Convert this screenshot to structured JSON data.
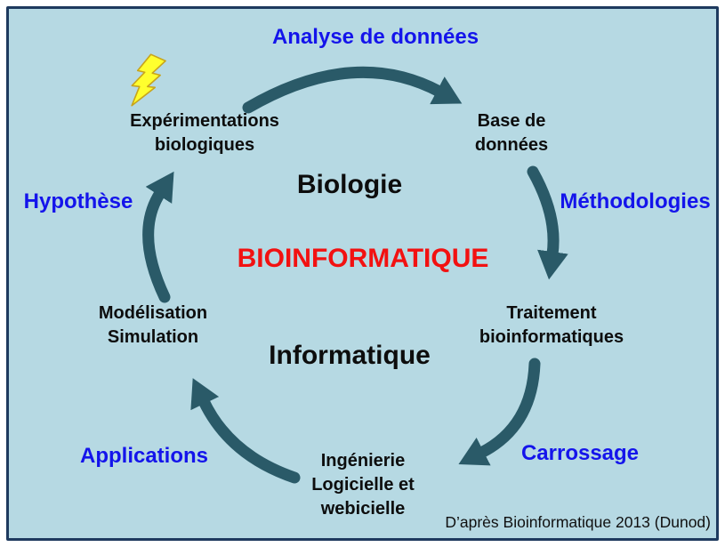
{
  "diagram": {
    "title_center": "BIOINFORMATIQUE",
    "domains": {
      "biology": "Biologie",
      "informatics": "Informatique"
    },
    "nodes": {
      "experimentations": "Expérimentations\nbiologiques",
      "base_donnees": "Base de\ndonnées",
      "traitement": "Traitement\nbioinformatiques",
      "ingenierie": "Ingénierie\nLogicielle et\nwebicielle",
      "modelisation": "Modélisation\nSimulation"
    },
    "edge_labels": {
      "analyse": "Analyse de données",
      "methodologies": "Méthodologies",
      "carrossage": "Carrossage",
      "applications": "Applications",
      "hypothese": "Hypothèse"
    },
    "icons": {
      "lightning": "lightning-bolt"
    },
    "caption": "D’après Bioinformatique 2013 (Dunod)"
  },
  "colors": {
    "background": "#b6d9e3",
    "frame_border": "#1e3a5e",
    "arrow": "#2a5a68",
    "blue_label": "#1414eb",
    "red_title": "#f21111",
    "bolt_fill": "#ffff2e",
    "bolt_stroke": "#c8a41c"
  }
}
